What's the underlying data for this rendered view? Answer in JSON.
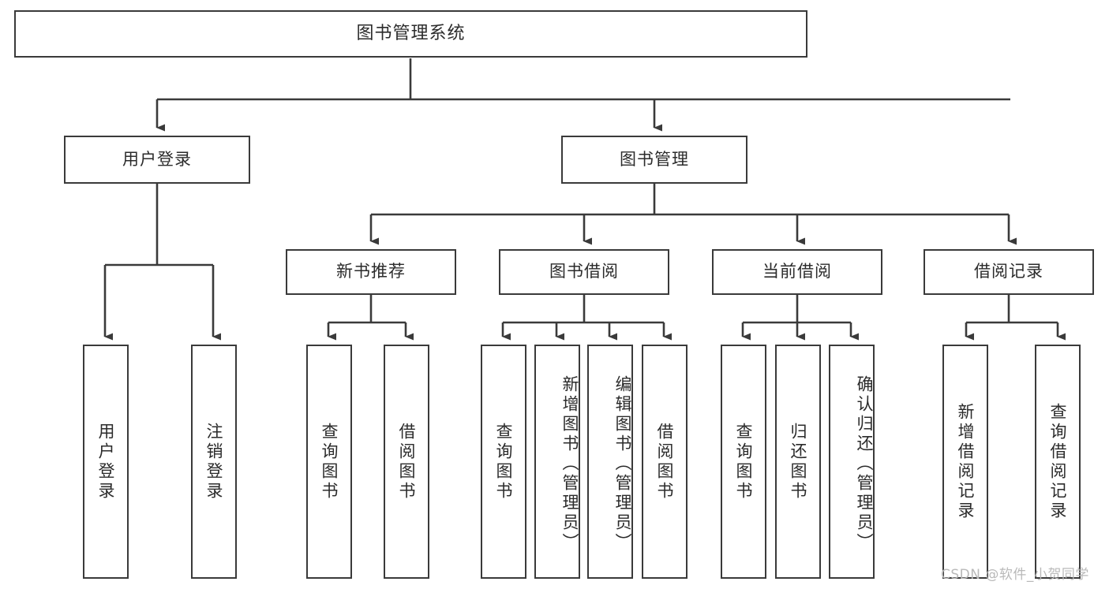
{
  "diagram": {
    "type": "tree-hierarchy",
    "title_node": {
      "label": "图书管理系统"
    },
    "level2": [
      {
        "label": "用户登录"
      },
      {
        "label": "图书管理"
      }
    ],
    "level3": [
      {
        "label": "新书推荐"
      },
      {
        "label": "图书借阅"
      },
      {
        "label": "当前借阅"
      },
      {
        "label": "借阅记录"
      }
    ],
    "leaves": {
      "user_login": [
        {
          "label": "用户登录"
        },
        {
          "label": "注销登录"
        }
      ],
      "new_book_recommend": [
        {
          "label": "查询图书"
        },
        {
          "label": "借阅图书"
        }
      ],
      "book_borrow": [
        {
          "label": "查询图书"
        },
        {
          "label": "新增图书（管理员）"
        },
        {
          "label": "编辑图书（管理员）"
        },
        {
          "label": "借阅图书"
        }
      ],
      "current_borrow": [
        {
          "label": "查询图书"
        },
        {
          "label": "归还图书"
        },
        {
          "label": "确认归还（管理员）"
        }
      ],
      "borrow_record": [
        {
          "label": "新增借阅记录"
        },
        {
          "label": "查询借阅记录"
        }
      ]
    }
  },
  "watermark": {
    "text": "CSDN @软件_小贺同学"
  },
  "colors": {
    "stroke": "#3a3a3a",
    "text": "#2b2b2b",
    "background": "#ffffff",
    "watermark": "#b9b9b9"
  }
}
